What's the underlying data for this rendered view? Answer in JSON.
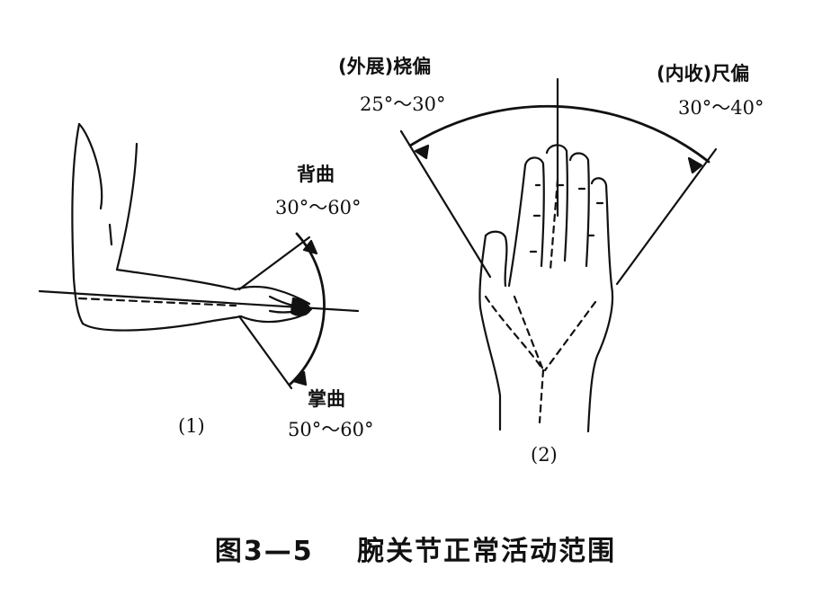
{
  "figure1": {
    "dorsiflexion_label": "背曲",
    "dorsiflexion_range": "30°～60°",
    "palmar_flexion_label": "掌曲",
    "palmar_flexion_range": "50°～60°",
    "panel_label": "(1)"
  },
  "figure2": {
    "radial_deviation_label": "(外展)桡偏",
    "radial_deviation_range": "25°～30°",
    "ulnar_deviation_label": "(内收)尺偏",
    "ulnar_deviation_range": "30°～40°",
    "panel_label": "(2)"
  },
  "caption": {
    "number": "图3—5",
    "title": "腕关节正常活动范围"
  },
  "colors": {
    "ink": "#111111",
    "background": "#ffffff"
  }
}
